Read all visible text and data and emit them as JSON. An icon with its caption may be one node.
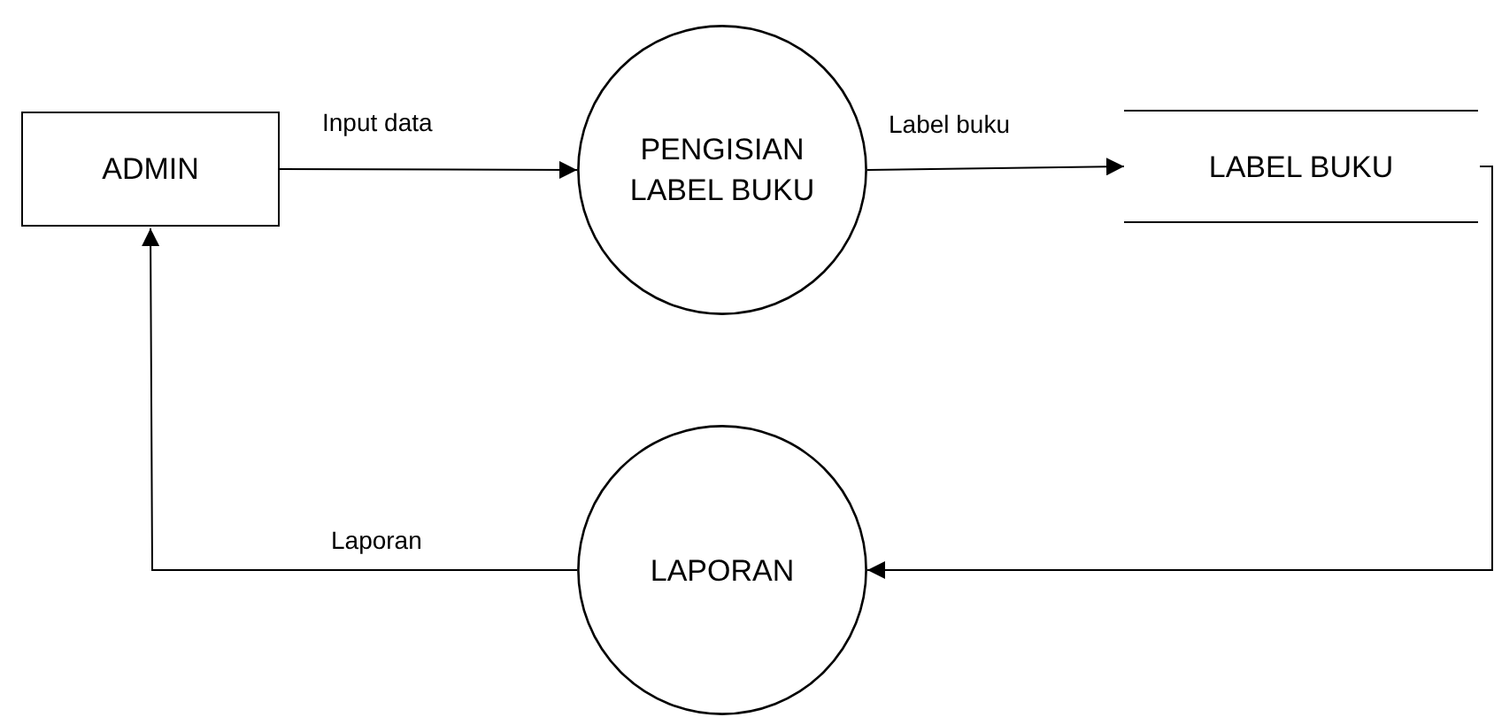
{
  "diagram": {
    "nodes": [
      {
        "text": [
          "ADMIN"
        ]
      },
      {
        "text": [
          "PENGISIAN LABEL BUKU"
        ]
      },
      {
        "text": [
          "LABEL BUKU"
        ]
      },
      {
        "text": [
          "LAPORAN"
        ]
      }
    ],
    "edges": [
      {
        "from": 0,
        "to": 1,
        "arrow": "to",
        "label": "Input data"
      },
      {
        "from": 1,
        "to": 2,
        "arrow": "to",
        "label": "Label buku"
      },
      {
        "from": 2,
        "to": 3,
        "arrow": "to"
      },
      {
        "from": 3,
        "to": 0,
        "arrow": "to",
        "label": "Laporan"
      }
    ]
  }
}
